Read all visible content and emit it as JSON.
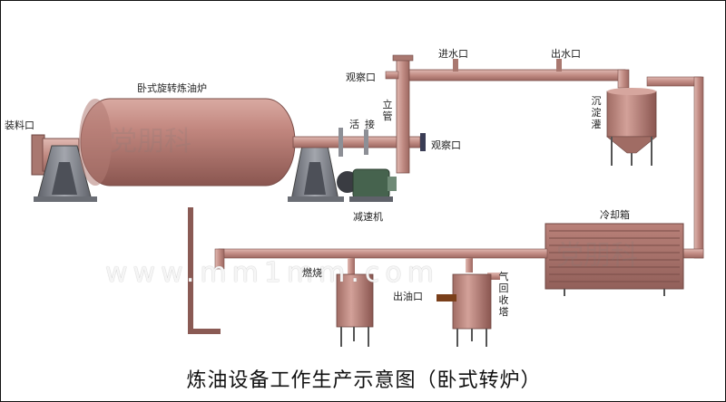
{
  "diagram": {
    "title": "炼油设备工作生产示意图（卧式转炉）",
    "labels": {
      "furnace": "卧式旋转炼油炉",
      "feed_port": "装料口",
      "observe_top": "观察口",
      "observe_right": "观察口",
      "water_in": "进水口",
      "water_out": "出水口",
      "settling_tank": "沉淀灌",
      "vertical_pipe": "立管",
      "live_joint": "活接",
      "reducer": "减速机",
      "cooling_box": "冷却箱",
      "oil_outlet": "出油口",
      "gas_tower": "气回收塔",
      "burner_partial": "燃烧"
    },
    "watermark": {
      "brand": "党朋科",
      "url": "www.mm1mm.com"
    },
    "colors": {
      "pipe": "#c8968f",
      "vessel": "#b8857c",
      "vessel_dark": "#8d5a54",
      "steel": "#7d7f86",
      "motor": "#3f5e49"
    }
  }
}
